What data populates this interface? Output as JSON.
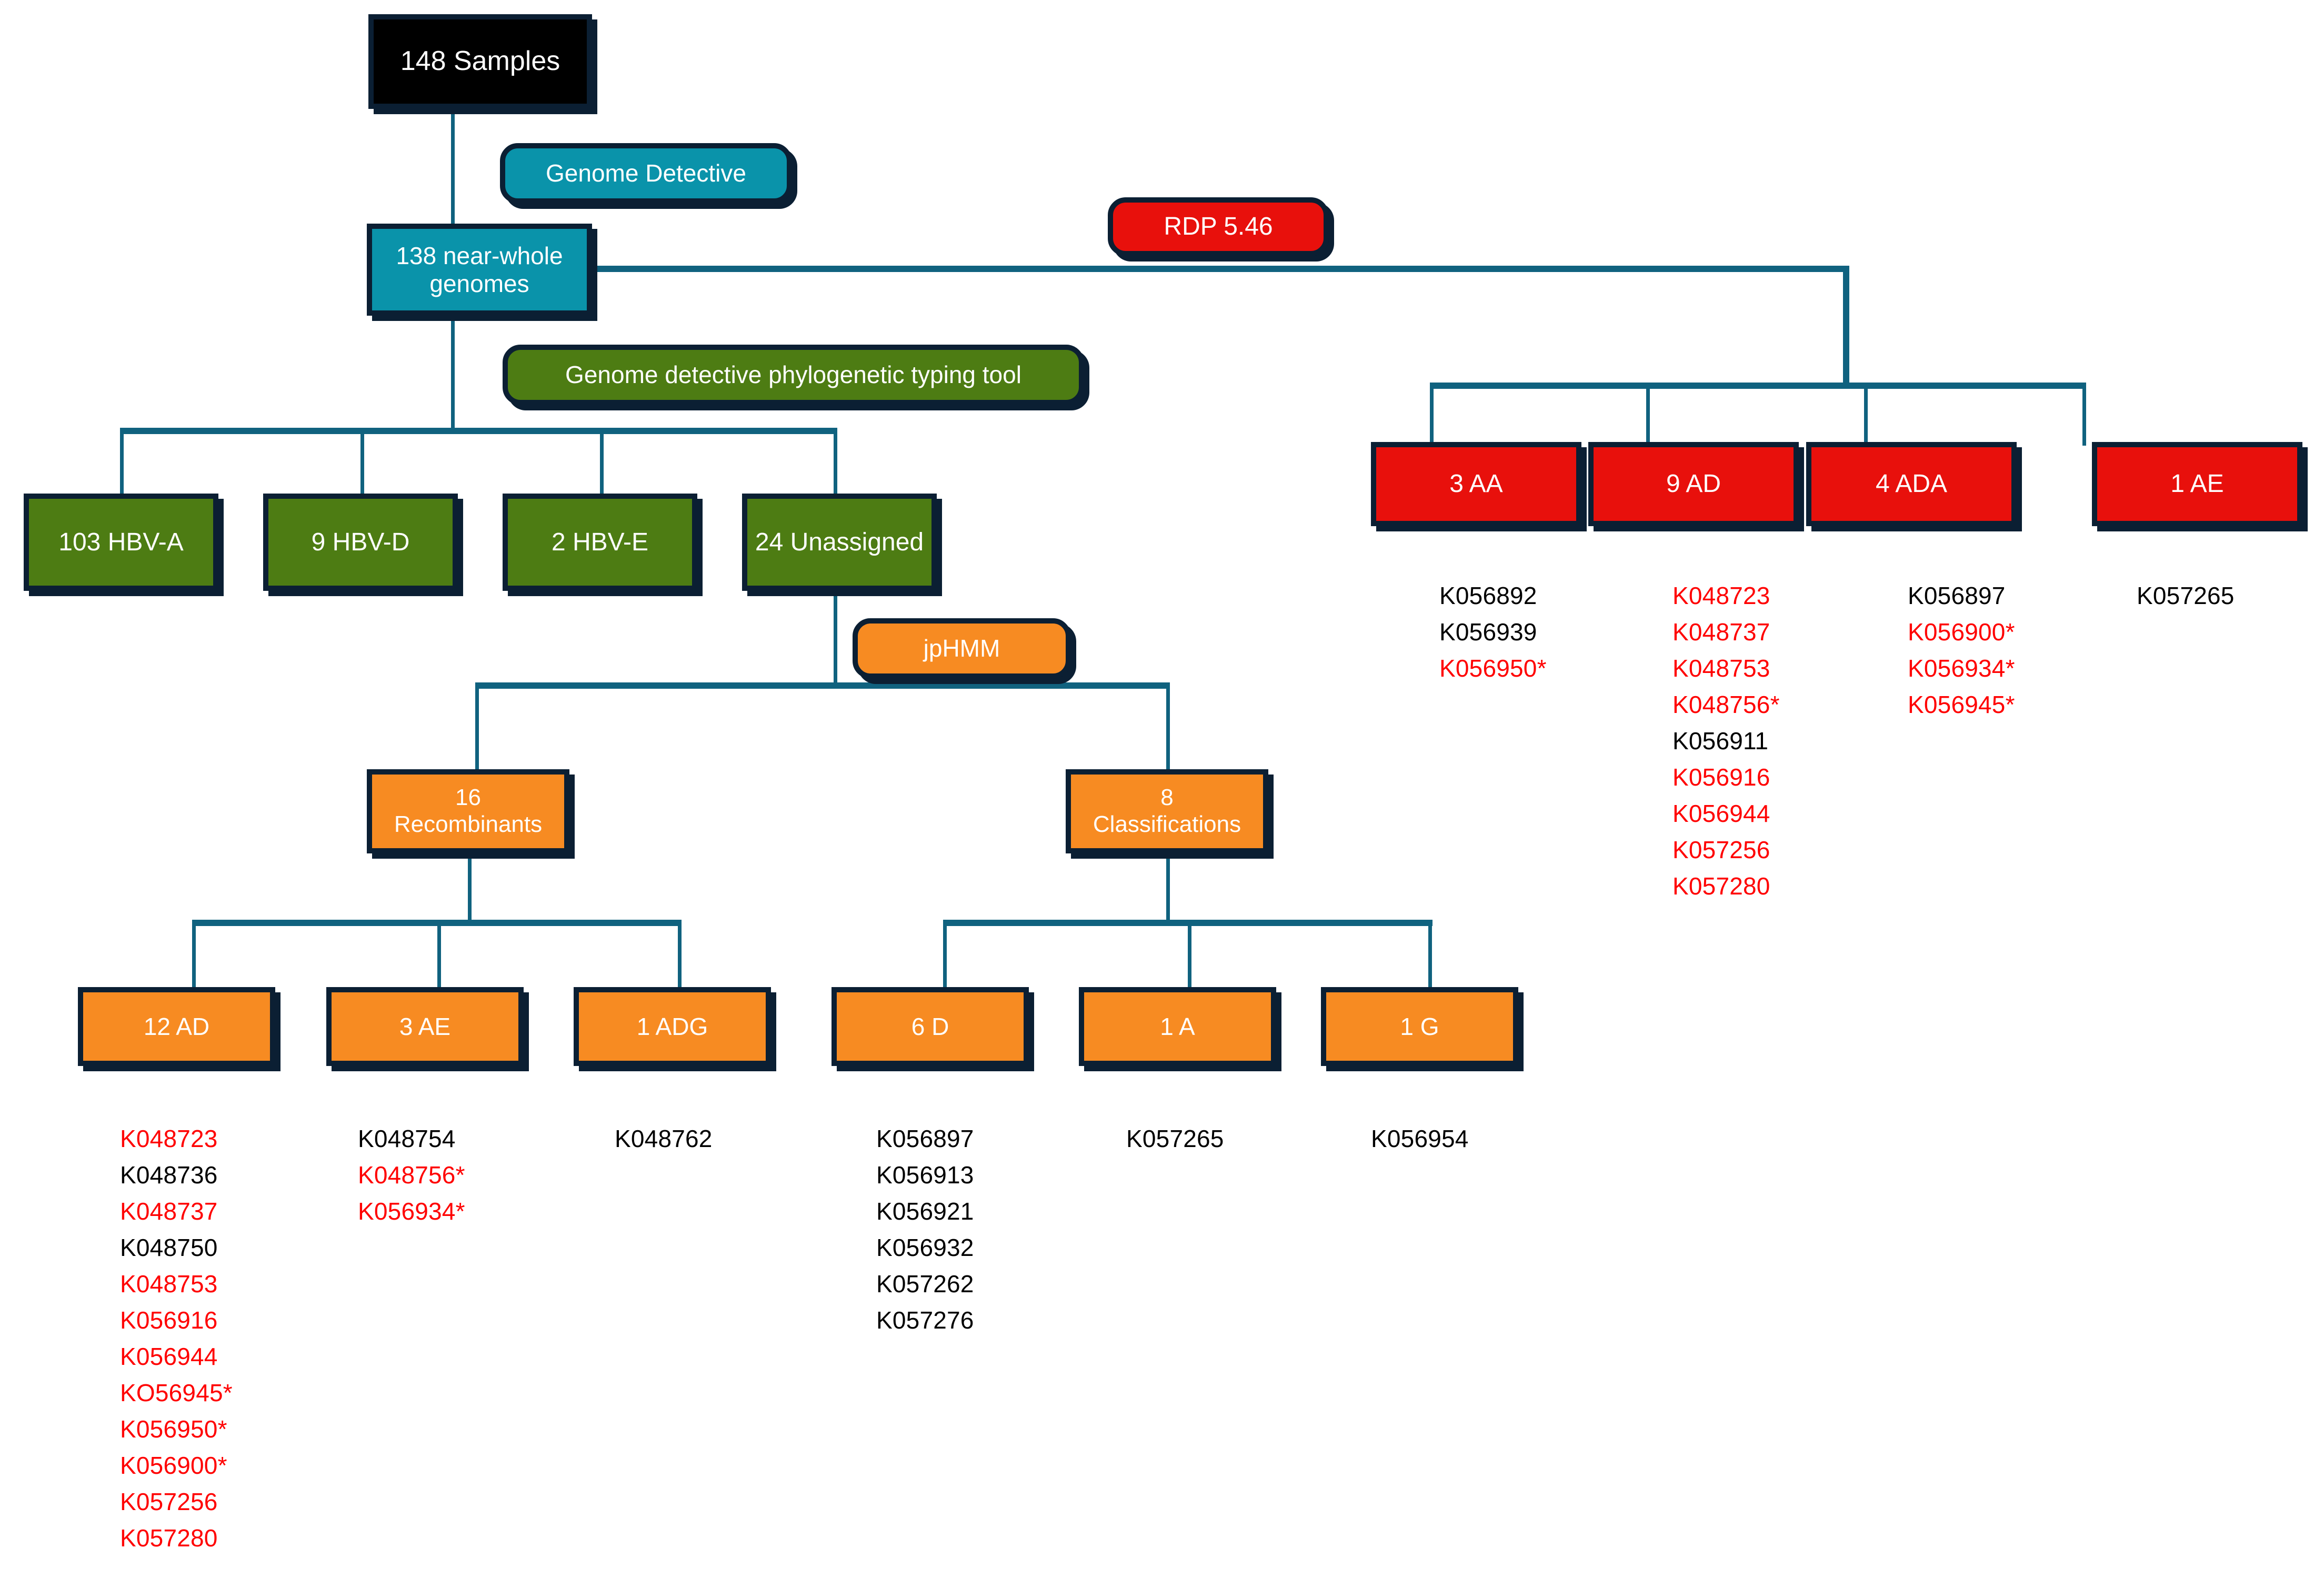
{
  "diagram": {
    "title": "HBV genotyping and recombination analysis workflow",
    "colors": {
      "black": "#000000",
      "teal": "#0a93aa",
      "green": "#4d7c13",
      "orange": "#f78b22",
      "red": "#e8100c",
      "connector": "#10627f",
      "border": "#0b1f33",
      "sample_red": "#ff0000",
      "sample_black": "#000000"
    },
    "nodes": {
      "samples_total": "148 Samples",
      "tool_genome_detective": "Genome Detective",
      "near_whole_genomes": "138 near-whole\ngenomes",
      "tool_rdp": "RDP 5.46",
      "tool_phylo_typing": "Genome detective phylogenetic typing tool",
      "tool_jphmm": "jpHMM",
      "genotype_hbv_a": "103 HBV-A",
      "genotype_hbv_d": "9 HBV-D",
      "genotype_hbv_e": "2 HBV-E",
      "genotype_unassigned": "24 Unassigned",
      "recombinants": "16\nRecombinants",
      "classifications": "8\nClassifications",
      "rec_12_ad": "12 AD",
      "rec_3_ae": "3 AE",
      "rec_1_adg": "1 ADG",
      "cls_6_d": "6 D",
      "cls_1_a": "1 A",
      "cls_1_g": "1 G",
      "rdp_3_aa": "3 AA",
      "rdp_9_ad": "9 AD",
      "rdp_4_ada": "4 ADA",
      "rdp_1_ae": "1 AE"
    },
    "sample_lists": {
      "rdp_3_aa": [
        {
          "id": "K056892",
          "color": "black"
        },
        {
          "id": "K056939",
          "color": "black"
        },
        {
          "id": "K056950*",
          "color": "red"
        }
      ],
      "rdp_9_ad": [
        {
          "id": "K048723",
          "color": "red"
        },
        {
          "id": "K048737",
          "color": "red"
        },
        {
          "id": "K048753",
          "color": "red"
        },
        {
          "id": "K048756*",
          "color": "red"
        },
        {
          "id": "K056911",
          "color": "black"
        },
        {
          "id": "K056916",
          "color": "red"
        },
        {
          "id": "K056944",
          "color": "red"
        },
        {
          "id": "K057256",
          "color": "red"
        },
        {
          "id": "K057280",
          "color": "red"
        }
      ],
      "rdp_4_ada": [
        {
          "id": "K056897",
          "color": "black"
        },
        {
          "id": "K056900*",
          "color": "red"
        },
        {
          "id": "K056934*",
          "color": "red"
        },
        {
          "id": "K056945*",
          "color": "red"
        }
      ],
      "rdp_1_ae": [
        {
          "id": "K057265",
          "color": "black"
        }
      ],
      "rec_12_ad": [
        {
          "id": "K048723",
          "color": "red"
        },
        {
          "id": "K048736",
          "color": "black"
        },
        {
          "id": "K048737",
          "color": "red"
        },
        {
          "id": "K048750",
          "color": "black"
        },
        {
          "id": "K048753",
          "color": "red"
        },
        {
          "id": "K056916",
          "color": "red"
        },
        {
          "id": "K056944",
          "color": "red"
        },
        {
          "id": "KO56945*",
          "color": "red"
        },
        {
          "id": "K056950*",
          "color": "red"
        },
        {
          "id": "K056900*",
          "color": "red"
        },
        {
          "id": "K057256",
          "color": "red"
        },
        {
          "id": "K057280",
          "color": "red"
        }
      ],
      "rec_3_ae": [
        {
          "id": "K048754",
          "color": "black"
        },
        {
          "id": "K048756*",
          "color": "red"
        },
        {
          "id": "K056934*",
          "color": "red"
        }
      ],
      "rec_1_adg": [
        {
          "id": "K048762",
          "color": "black"
        }
      ],
      "cls_6_d": [
        {
          "id": "K056897",
          "color": "black"
        },
        {
          "id": "K056913",
          "color": "black"
        },
        {
          "id": "K056921",
          "color": "black"
        },
        {
          "id": "K056932",
          "color": "black"
        },
        {
          "id": "K057262",
          "color": "black"
        },
        {
          "id": "K057276",
          "color": "black"
        }
      ],
      "cls_1_a": [
        {
          "id": "K057265",
          "color": "black"
        }
      ],
      "cls_1_g": [
        {
          "id": "K056954",
          "color": "black"
        }
      ]
    }
  }
}
